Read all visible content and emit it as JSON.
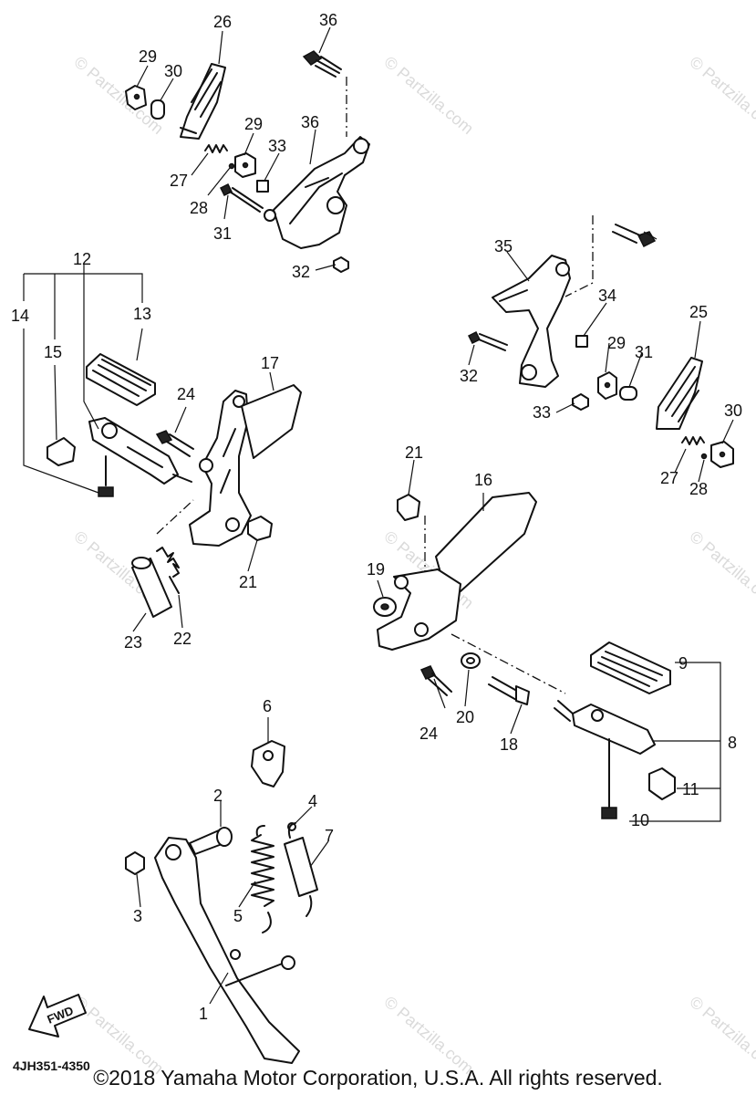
{
  "diagram": {
    "callouts": [
      "1",
      "2",
      "3",
      "4",
      "5",
      "6",
      "7",
      "8",
      "9",
      "10",
      "11",
      "12",
      "13",
      "14",
      "15",
      "16",
      "17",
      "18",
      "19",
      "20",
      "21",
      "21",
      "22",
      "23",
      "24",
      "24",
      "25",
      "26",
      "27",
      "27",
      "28",
      "28",
      "29",
      "29",
      "29",
      "30",
      "30",
      "31",
      "31",
      "32",
      "32",
      "33",
      "33",
      "34",
      "35",
      "36",
      "36"
    ],
    "fwd_label": "FWD",
    "watermark": "© Partzilla.com",
    "diagram_code": "4JH351-4350",
    "copyright": "©2018  Yamaha Motor Corporation, U.S.A. All rights reserved."
  }
}
